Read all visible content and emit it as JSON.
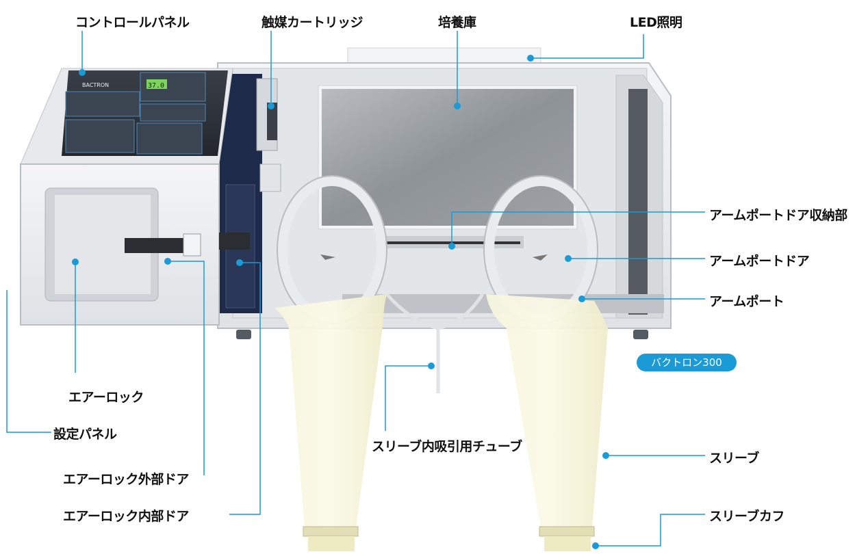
{
  "colors": {
    "leader_line": "#1a9ad6",
    "badge": "#1a9ad6",
    "sleeve": "#f6f3d2",
    "cabinet": "#eef0f2"
  },
  "labels": {
    "control_panel": "コントロールパネル",
    "catalyst_cartridge": "触媒カートリッジ",
    "incubator": "培養庫",
    "led_light": "LED照明",
    "armport_door_storage": "アームポートドア収納部",
    "armport_door": "アームポートドア",
    "armport": "アームポート",
    "airlock": "エアーロック",
    "settings_panel": "設定パネル",
    "sleeve_suction_tube": "スリーブ内吸引用チューブ",
    "sleeve": "スリーブ",
    "airlock_outer_door": "エアーロック外部ドア",
    "airlock_inner_door": "エアーロック内部ドア",
    "sleeve_cuff": "スリーブカフ"
  },
  "badge": {
    "text": "バクトロン300"
  },
  "panel_brand": "BACTRON",
  "panel_display": "37.0"
}
